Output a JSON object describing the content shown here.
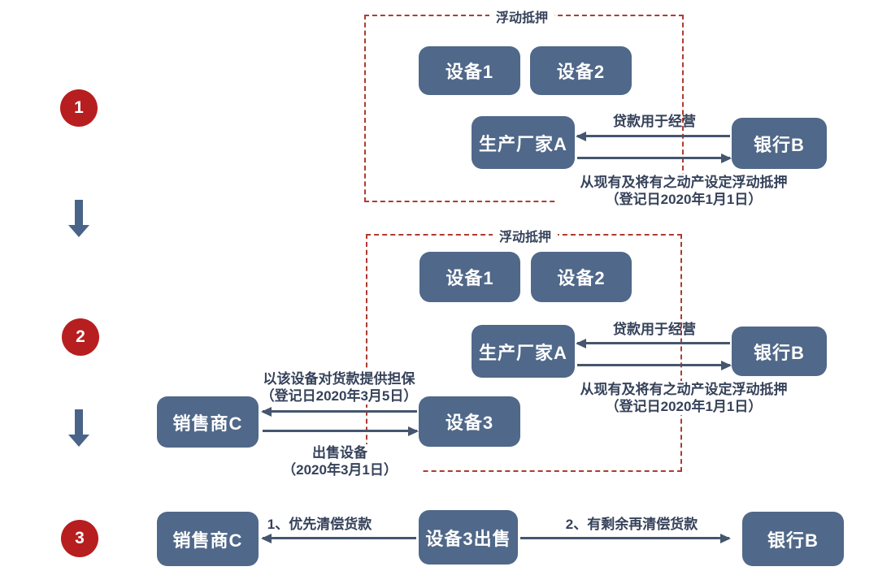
{
  "colors": {
    "node_fill": "#506889",
    "node_text": "#ffffff",
    "dash_color": "#b03a30",
    "badge_fill": "#b71e20",
    "label_color": "#36425a",
    "arrow_color": "#45566e",
    "flow_fill": "#4a6389"
  },
  "steps": {
    "badge1": "1",
    "badge2": "2",
    "badge3": "3"
  },
  "section1": {
    "float_charge_label": "浮动抵押",
    "equipment1": "设备1",
    "equipment2": "设备2",
    "manufacturer": "生产厂家A",
    "bank": "银行B",
    "loan_label": "贷款用于经营",
    "charge_label_line1": "从现有及将有之动产设定浮动抵押",
    "charge_label_line2": "（登记日2020年1月1日）"
  },
  "section2": {
    "float_charge_label": "浮动抵押",
    "equipment1": "设备1",
    "equipment2": "设备2",
    "manufacturer": "生产厂家A",
    "bank": "银行B",
    "loan_label": "贷款用于经营",
    "charge_label_line1": "从现有及将有之动产设定浮动抵押",
    "charge_label_line2": "（登记日2020年1月1日）",
    "seller": "销售商C",
    "equipment3": "设备3",
    "guarantee_label_line1": "以该设备对货款提供担保",
    "guarantee_label_line2": "（登记日2020年3月5日）",
    "sell_label_line1": "出售设备",
    "sell_label_line2": "（2020年3月1日）"
  },
  "section3": {
    "seller": "销售商C",
    "equipment3_sold": "设备3出售",
    "bank": "银行B",
    "priority_label": "1、优先清偿货款",
    "surplus_label": "2、有剩余再清偿货款"
  }
}
